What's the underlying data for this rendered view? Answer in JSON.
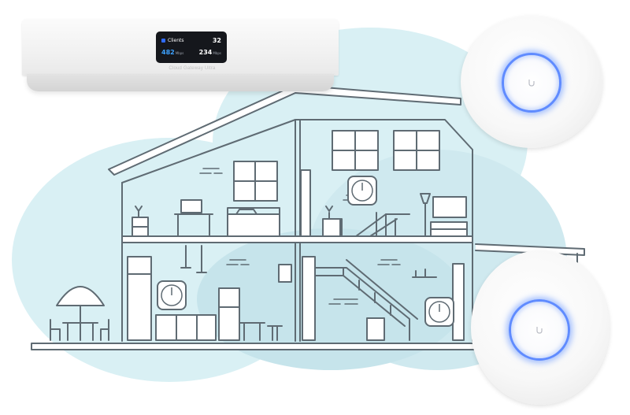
{
  "gateway": {
    "row1_label": "Clients",
    "row1_value": "32",
    "row2_down_value": "482",
    "row2_down_unit": "Mbps",
    "row2_up_value": "234",
    "row2_up_unit": "Mbps",
    "product_label": "Cloud Gateway Ultra",
    "icon": "client-icon"
  },
  "access_points": [
    {
      "name": "access-point-top",
      "icon": "ubiquiti-logo-icon"
    },
    {
      "name": "access-point-bottom",
      "icon": "ubiquiti-logo-icon"
    }
  ],
  "colors": {
    "coverage": "#d3eef3",
    "coverage_dark": "#b7dde6",
    "line": "#5f6b73",
    "ring": "#5f8bff",
    "screen": "#15171c"
  }
}
